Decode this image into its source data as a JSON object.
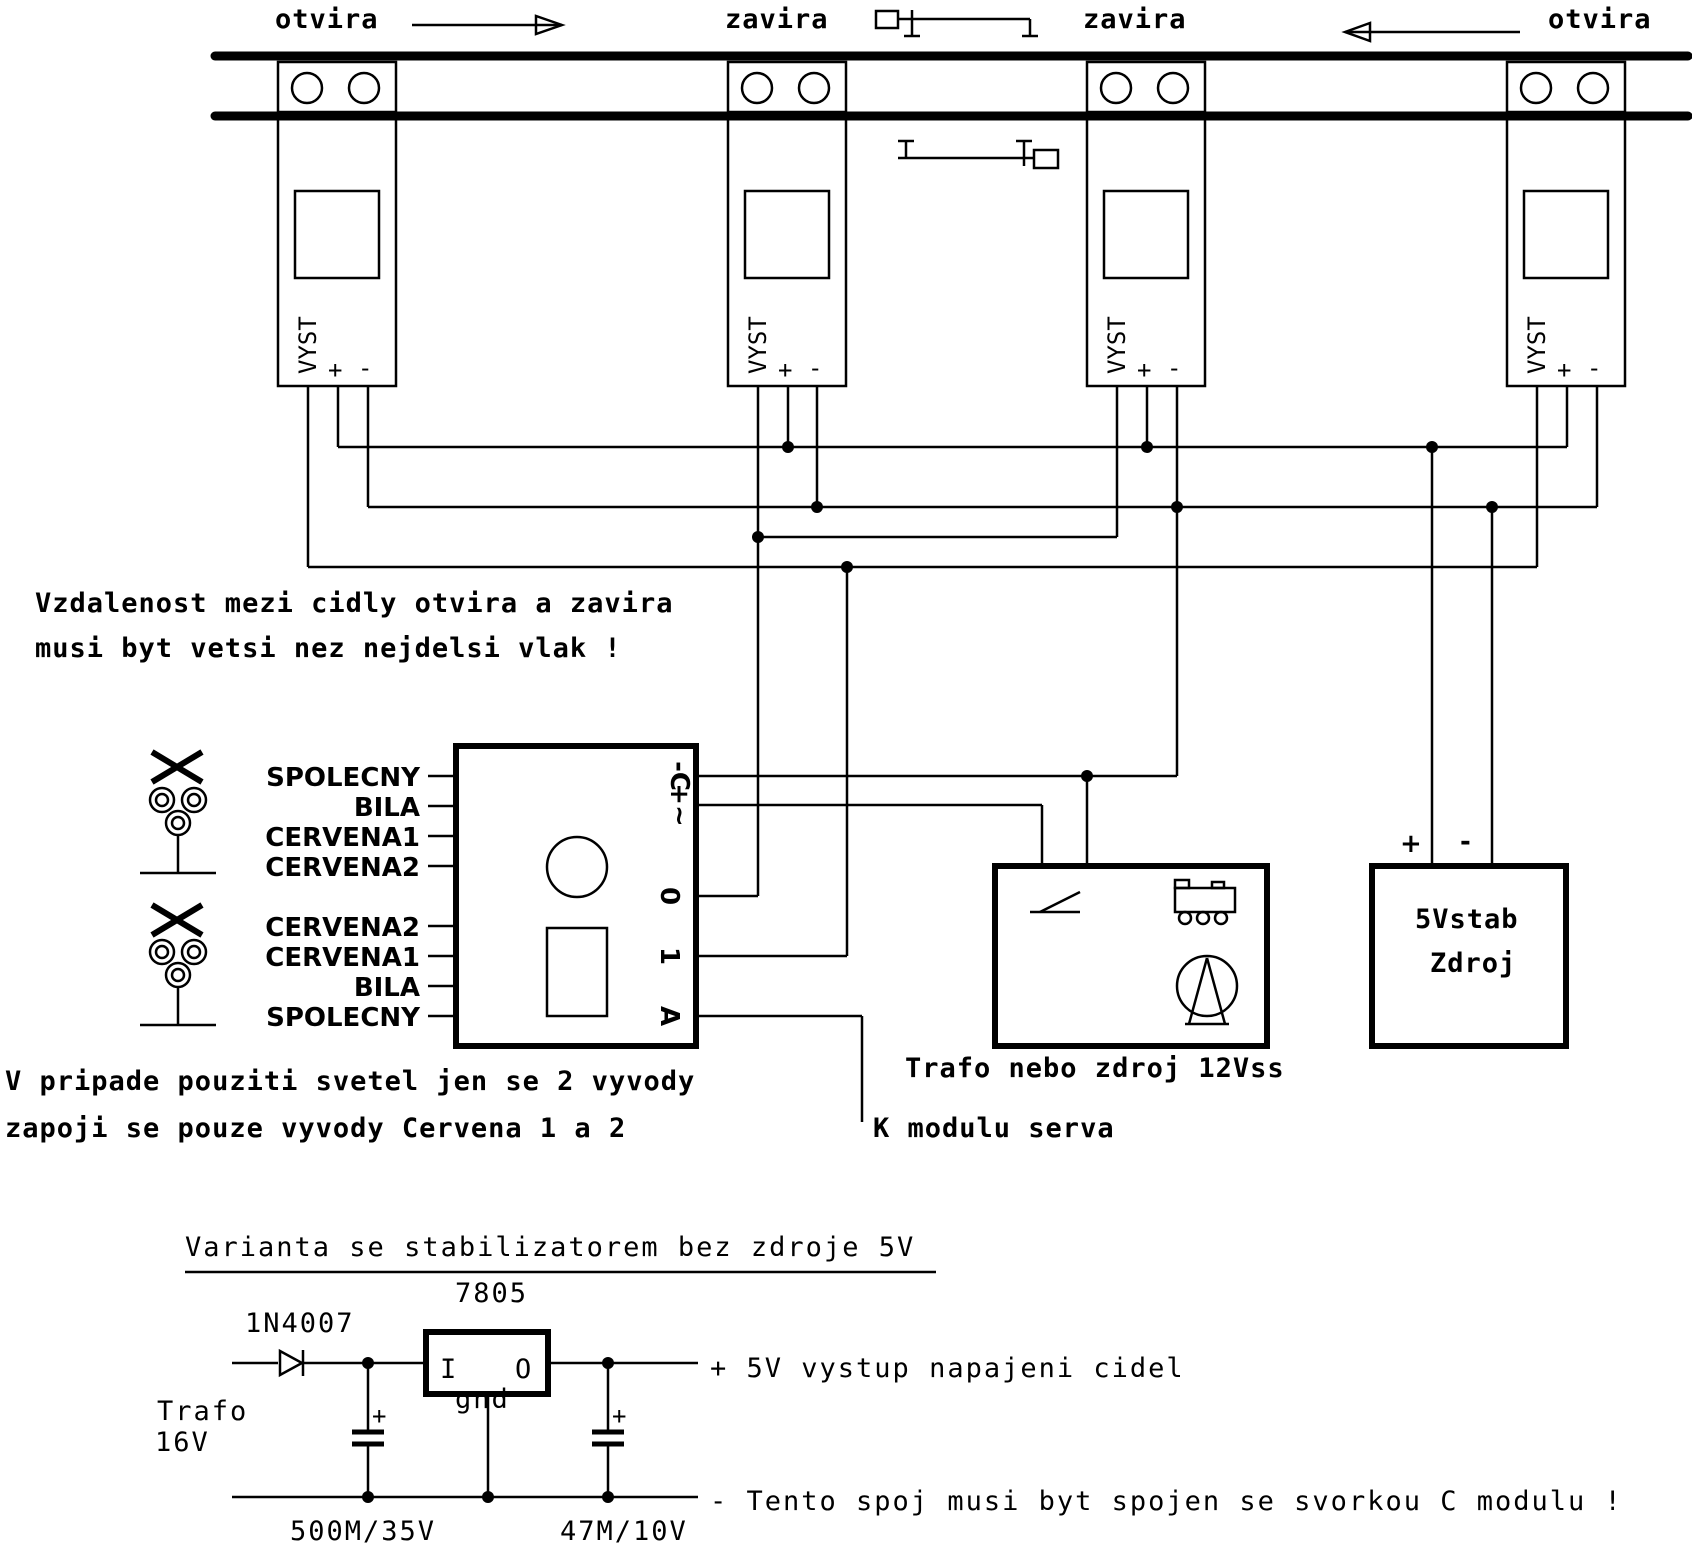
{
  "labels": {
    "otvira_left": "otvira",
    "zavira_left": "zavira",
    "zavira_right": "zavira",
    "otvira_right": "otvira"
  },
  "sensor": {
    "text": "VYST",
    "plus": "+",
    "minus": "-"
  },
  "note_distance": {
    "line1": "Vzdalenost mezi cidly otvira a zavira",
    "line2": "musi byt vetsi nez nejdelsi vlak !"
  },
  "module_pins_left": [
    "SPOLECNY",
    "BILA",
    "CERVENA1",
    "CERVENA2",
    "CERVENA2",
    "CERVENA1",
    "BILA",
    "SPOLECNY"
  ],
  "module_pins_right": {
    "c": "-C",
    "ac": "+~",
    "zero": "0",
    "one": "1",
    "a": "A"
  },
  "note_lights": {
    "line1": "V pripade pouziti svetel jen se 2 vyvody",
    "line2": "zapoji se pouze vyvody Cervena 1 a 2"
  },
  "servo_label": "K modulu serva",
  "trafo_label": "Trafo nebo zdroj 12Vss",
  "psu": {
    "plus": "+",
    "minus": "-",
    "line1": "5Vstab",
    "line2": "Zdroj"
  },
  "variant": {
    "title": "Varianta se stabilizatorem bez zdroje 5V",
    "regulator": "7805",
    "diode": "1N4007",
    "reg_in": "I",
    "reg_out": "O",
    "reg_gnd": "gnd",
    "cap_plus": "+",
    "input_line1": "Trafo",
    "input_line2": "16V",
    "output_plus": "+ 5V vystup napajeni cidel",
    "output_minus": "- Tento spoj musi byt spojen se svorkou C modulu !",
    "cap1": "500M/35V",
    "cap2": "47M/10V"
  },
  "icons": [
    "arrow-right-icon",
    "arrow-left-icon",
    "barrier-closed-icon",
    "barrier-open-icon",
    "crossing-signal-icon",
    "switch-icon",
    "locomotive-icon",
    "transformer-icon",
    "diode-icon",
    "capacitor-icon"
  ]
}
